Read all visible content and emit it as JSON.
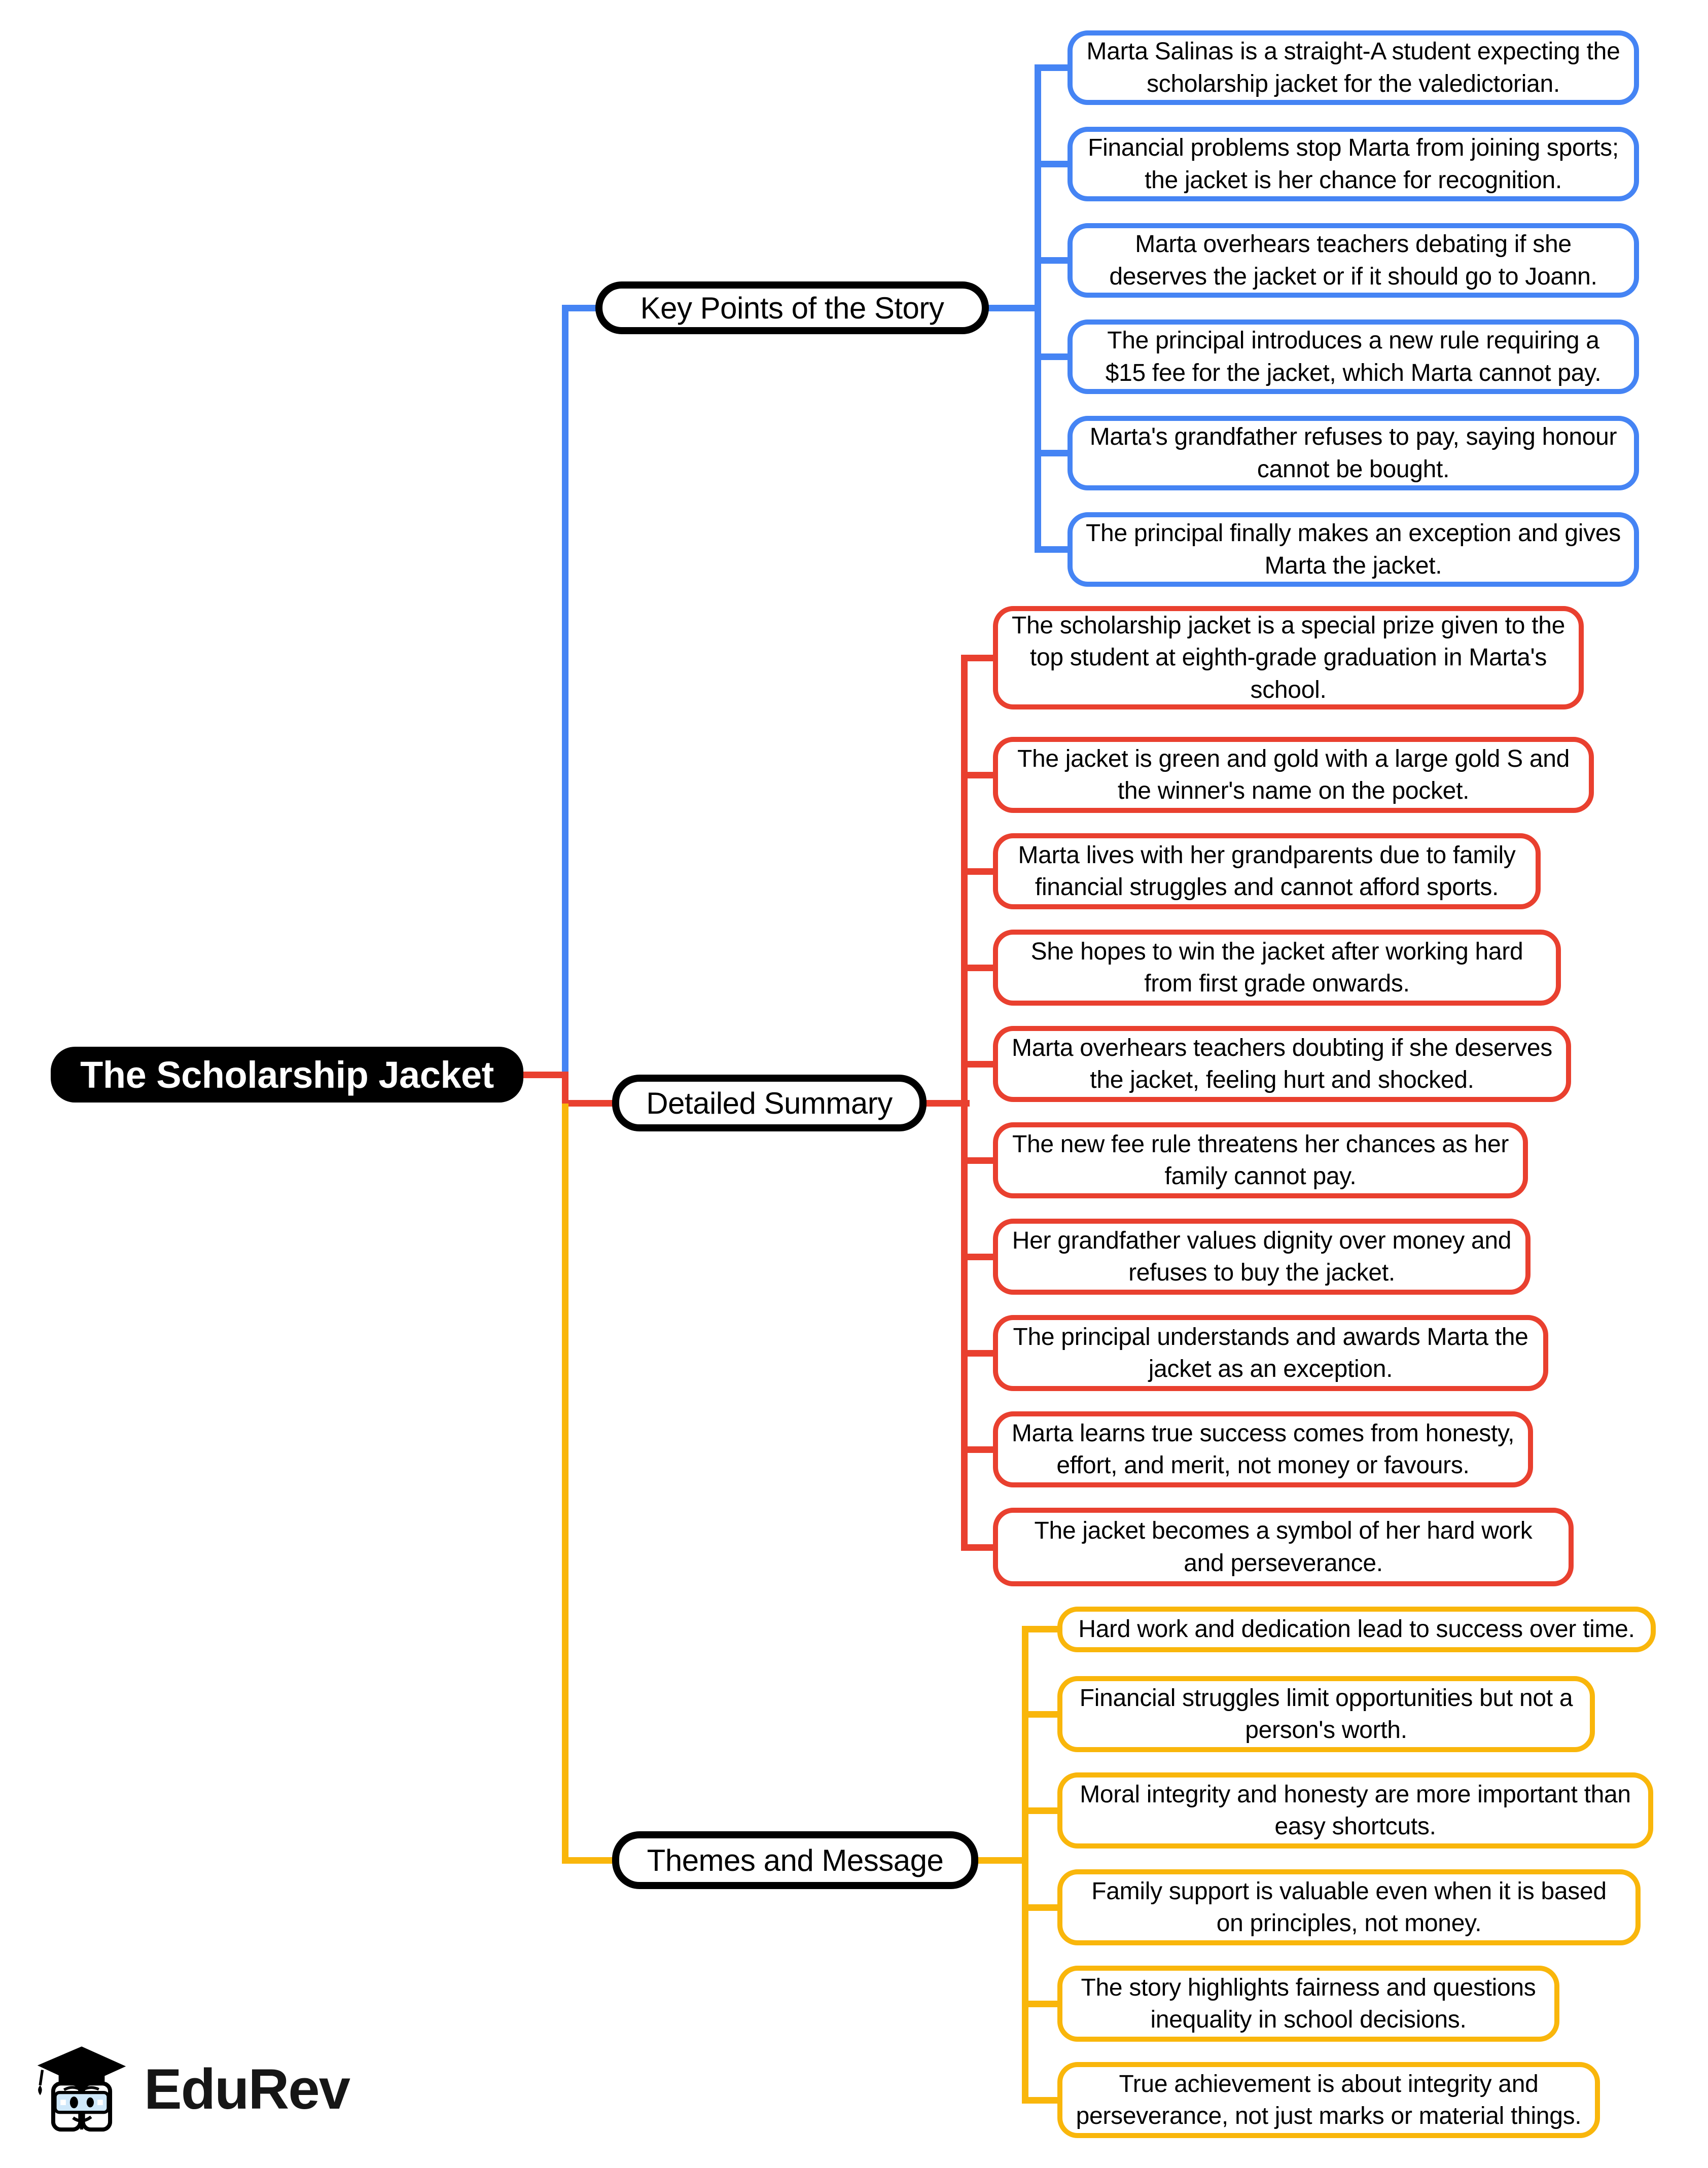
{
  "root": {
    "label": "The Scholarship Jacket"
  },
  "branches": [
    {
      "label": "Key Points of the Story",
      "color": "#4584F4",
      "children": [
        "Marta Salinas is a straight-A student expecting the scholarship jacket for the valedictorian.",
        "Financial problems stop Marta from joining sports; the jacket is her chance for recognition.",
        "Marta overhears teachers debating if she deserves the jacket or if it should go to Joann.",
        "The principal introduces a new rule requiring a $15 fee for the jacket, which Marta cannot pay.",
        "Marta's grandfather refuses to pay, saying honour cannot be bought.",
        "The principal finally makes an exception and gives Marta the jacket."
      ]
    },
    {
      "label": "Detailed Summary",
      "color": "#E9402F",
      "children": [
        "The scholarship jacket is a special prize given to the top student at eighth-grade graduation in Marta's school.",
        "The jacket is green and gold with a large gold S and the winner's name on the pocket.",
        "Marta lives with her grandparents due to family financial struggles and cannot afford sports.",
        "She hopes to win the jacket after working hard from first grade onwards.",
        "Marta overhears teachers doubting if she deserves the jacket, feeling hurt and shocked.",
        "The new fee rule threatens her chances as her family cannot pay.",
        "Her grandfather values dignity over money and refuses to buy the jacket.",
        "The principal understands and awards Marta the jacket as an exception.",
        "Marta learns true success comes from honesty, effort, and merit, not money or favours.",
        "The jacket becomes a symbol of her hard work and perseverance."
      ]
    },
    {
      "label": "Themes and Message",
      "color": "#F9B60B",
      "children": [
        "Hard work and dedication lead to success over time.",
        "Financial struggles limit opportunities but not a person's worth.",
        "Moral integrity and honesty are more important than easy shortcuts.",
        "Family support is valuable even when it is based on principles, not money.",
        "The story highlights fairness and questions inequality in school decisions.",
        "True achievement is about integrity and perseverance, not just marks or material things."
      ]
    }
  ],
  "footer": {
    "brand": "EduRev"
  }
}
